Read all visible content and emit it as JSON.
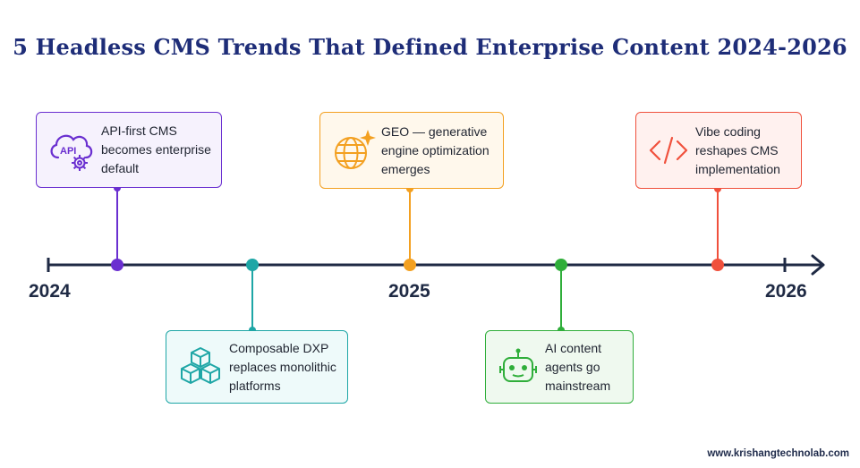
{
  "title": "5 Headless CMS Trends That Defined Enterprise Content 2024-2026",
  "years": [
    "2024",
    "2025",
    "2026"
  ],
  "events": [
    {
      "label": "API-first CMS becomes enterprise default",
      "color": "#6a2fd0",
      "icon": "cloud-api-gear-icon"
    },
    {
      "label": "Composable DXP replaces monolithic platforms",
      "color": "#1ea6a6",
      "icon": "cubes-icon"
    },
    {
      "label": "GEO — generative engine optimization emerges",
      "color": "#f3a020",
      "icon": "globe-sparkle-icon"
    },
    {
      "label": "AI content agents go mainstream",
      "color": "#2fae3a",
      "icon": "robot-icon"
    },
    {
      "label": "Vibe coding reshapes CMS implementation",
      "color": "#f0503c",
      "icon": "code-brackets-icon"
    }
  ],
  "footer": "www.krishangtechnolab.com",
  "colors": {
    "title": "#1e2d78",
    "axis": "#1f2a44"
  }
}
